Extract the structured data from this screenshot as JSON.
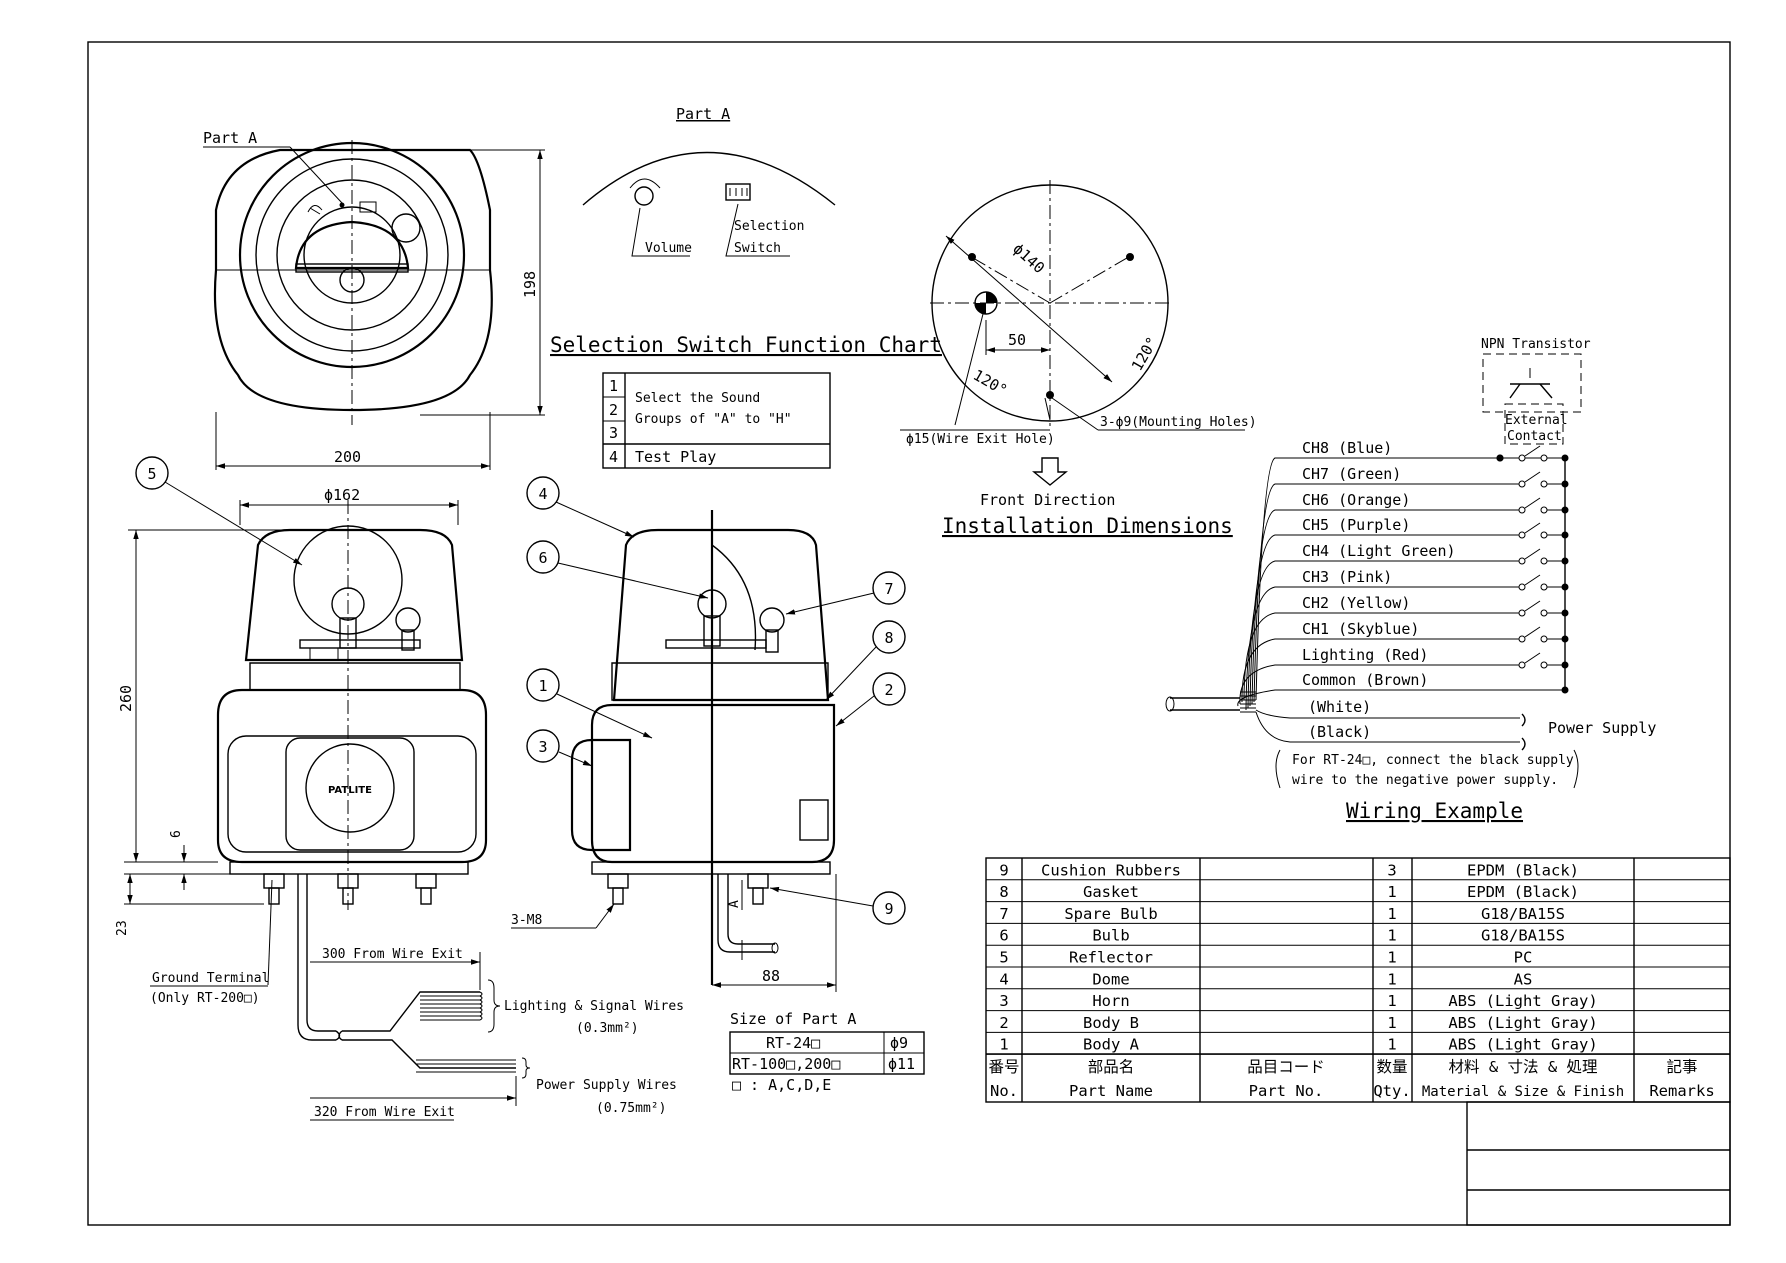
{
  "views": {
    "top": {
      "part_a_callout": "Part A",
      "dim_width": "200",
      "dim_height": "198"
    },
    "front": {
      "dim_diameter": "ϕ162",
      "dim_height": "260",
      "dim_6": "6",
      "dim_23": "23",
      "brand": "PATLITE"
    },
    "side": {
      "thread": "3-M8",
      "dim_88": "88",
      "dim_a": "A"
    }
  },
  "part_a_detail": {
    "title": "Part A",
    "volume": "Volume",
    "selection_switch_line1": "Selection",
    "selection_switch_line2": "Switch"
  },
  "function_chart": {
    "title": "Selection Switch Function Chart",
    "rows": [
      "1",
      "2",
      "3",
      "4"
    ],
    "desc_line1": "Select the Sound",
    "desc_line2": "Groups of \"A\" to \"H\"",
    "desc_4": "Test Play"
  },
  "installation": {
    "dia_140": "ϕ140",
    "dim_50": "50",
    "angle1": "120°",
    "angle2": "120°",
    "wire_exit": "ϕ15(Wire Exit Hole)",
    "mounting": "3-ϕ9(Mounting Holes)",
    "front_direction": "Front Direction",
    "title": "Installation Dimensions"
  },
  "wiring": {
    "npn": "NPN Transistor",
    "external_line1": "External",
    "external_line2": "Contact",
    "channels": [
      "CH8 (Blue)",
      "CH7 (Green)",
      "CH6 (Orange)",
      "CH5 (Purple)",
      "CH4 (Light Green)",
      "CH3 (Pink)",
      "CH2 (Yellow)",
      "CH1  (Skyblue)",
      "Lighting (Red)",
      "Common (Brown)"
    ],
    "white": "(White)",
    "black": "(Black)",
    "power_supply": "Power Supply",
    "note_line1": "For RT-24□, connect the black supply",
    "note_line2": "wire to the negative power supply.",
    "title": "Wiring Example"
  },
  "lead_wires": {
    "ground_line1": "Ground Terminal",
    "ground_line2": "(Only RT-200□)",
    "dim_300": "300 From Wire Exit",
    "dim_320": "320 From Wire Exit",
    "signal_line1": "Lighting & Signal Wires",
    "signal_line2": "(0.3mm²)",
    "power_line1": "Power Supply Wires",
    "power_line2": "(0.75mm²)"
  },
  "size_of_part_a": {
    "title": "Size of Part A",
    "rows": [
      {
        "model": "RT-24□",
        "size": "ϕ9"
      },
      {
        "model": "RT-100□,200□",
        "size": "ϕ11"
      }
    ],
    "note": "□ : A,C,D,E"
  },
  "balloons": [
    "1",
    "2",
    "3",
    "4",
    "5",
    "6",
    "7",
    "8",
    "9"
  ],
  "parts_list": {
    "rows": [
      {
        "no": "9",
        "name": "Cushion Rubbers",
        "part_no": "",
        "qty": "3",
        "material": "EPDM (Black)",
        "remarks": ""
      },
      {
        "no": "8",
        "name": "Gasket",
        "part_no": "",
        "qty": "1",
        "material": "EPDM (Black)",
        "remarks": ""
      },
      {
        "no": "7",
        "name": "Spare Bulb",
        "part_no": "",
        "qty": "1",
        "material": "G18/BA15S",
        "remarks": ""
      },
      {
        "no": "6",
        "name": "Bulb",
        "part_no": "",
        "qty": "1",
        "material": "G18/BA15S",
        "remarks": ""
      },
      {
        "no": "5",
        "name": "Reflector",
        "part_no": "",
        "qty": "1",
        "material": "PC",
        "remarks": ""
      },
      {
        "no": "4",
        "name": "Dome",
        "part_no": "",
        "qty": "1",
        "material": "AS",
        "remarks": ""
      },
      {
        "no": "3",
        "name": "Horn",
        "part_no": "",
        "qty": "1",
        "material": "ABS (Light Gray)",
        "remarks": ""
      },
      {
        "no": "2",
        "name": "Body B",
        "part_no": "",
        "qty": "1",
        "material": "ABS (Light Gray)",
        "remarks": ""
      },
      {
        "no": "1",
        "name": "Body A",
        "part_no": "",
        "qty": "1",
        "material": "ABS (Light Gray)",
        "remarks": ""
      }
    ],
    "header_jp": {
      "no": "番号",
      "name": "部品名",
      "part_no": "品目コード",
      "qty": "数量",
      "material": "材料 & 寸法 & 処理",
      "remarks": "記事"
    },
    "header_en": {
      "no": "No.",
      "name": "Part Name",
      "part_no": "Part No.",
      "qty": "Qty.",
      "material": "Material & Size & Finish",
      "remarks": "Remarks"
    }
  }
}
